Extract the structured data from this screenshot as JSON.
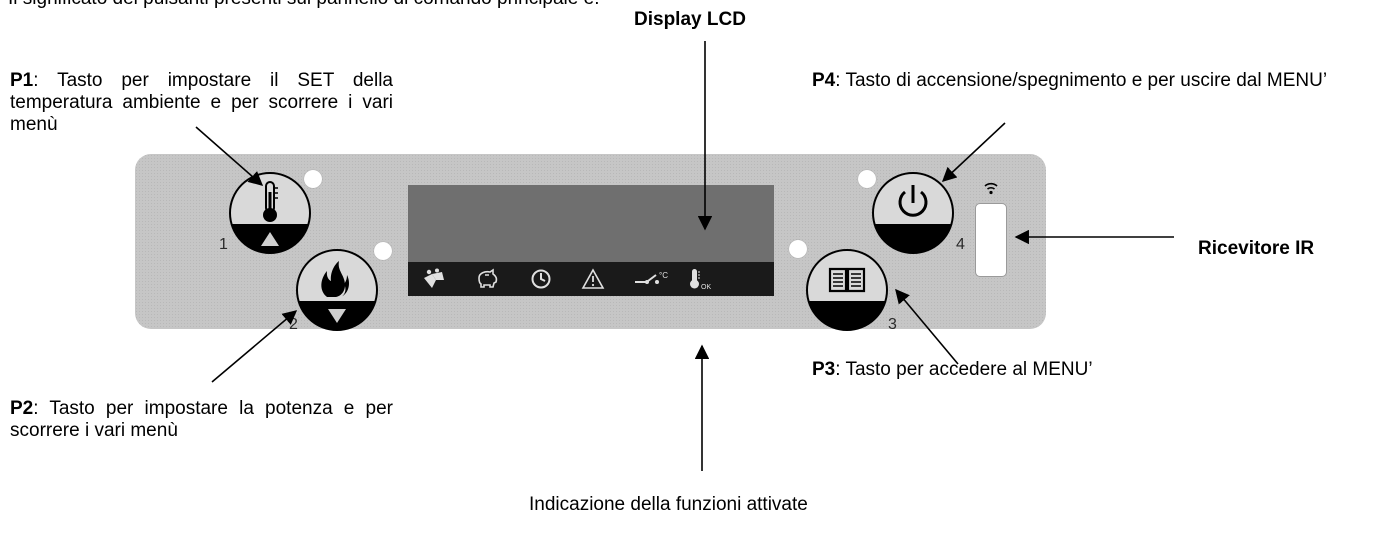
{
  "cutoff_text": "Il significato dei pulsanti presenti sul pannello di comando principale è:",
  "labels": {
    "display_lcd": "Display LCD",
    "p1_code": "P1",
    "p1_text": ": Tasto per impostare il SET della temperatura ambiente e per scorrere i vari menù",
    "p2_code": "P2",
    "p2_text": ": Tasto per impostare la potenza e per scorrere i vari menù",
    "p3_code": "P3",
    "p3_text": ": Tasto per accedere al MENU’",
    "p4_code": "P4",
    "p4_text": ": Tasto di accensione/spegnimento e per uscire dal MENU’",
    "ricevitore": "Ricevitore IR",
    "indicazione": "Indicazione della funzioni attivate"
  },
  "buttons": {
    "b1_num": "1",
    "b2_num": "2",
    "b3_num": "3",
    "b4_num": "4"
  },
  "lcd": {
    "ok_badge": "OK",
    "degree_badge": "°C"
  },
  "icons": [
    "thermometer-icon",
    "flame-icon",
    "book-icon",
    "power-icon",
    "wifi-icon",
    "fan-icon",
    "piggy-bank-icon",
    "clock-icon",
    "warning-icon",
    "thermostat-connect-icon",
    "thermometer-ok-icon"
  ]
}
